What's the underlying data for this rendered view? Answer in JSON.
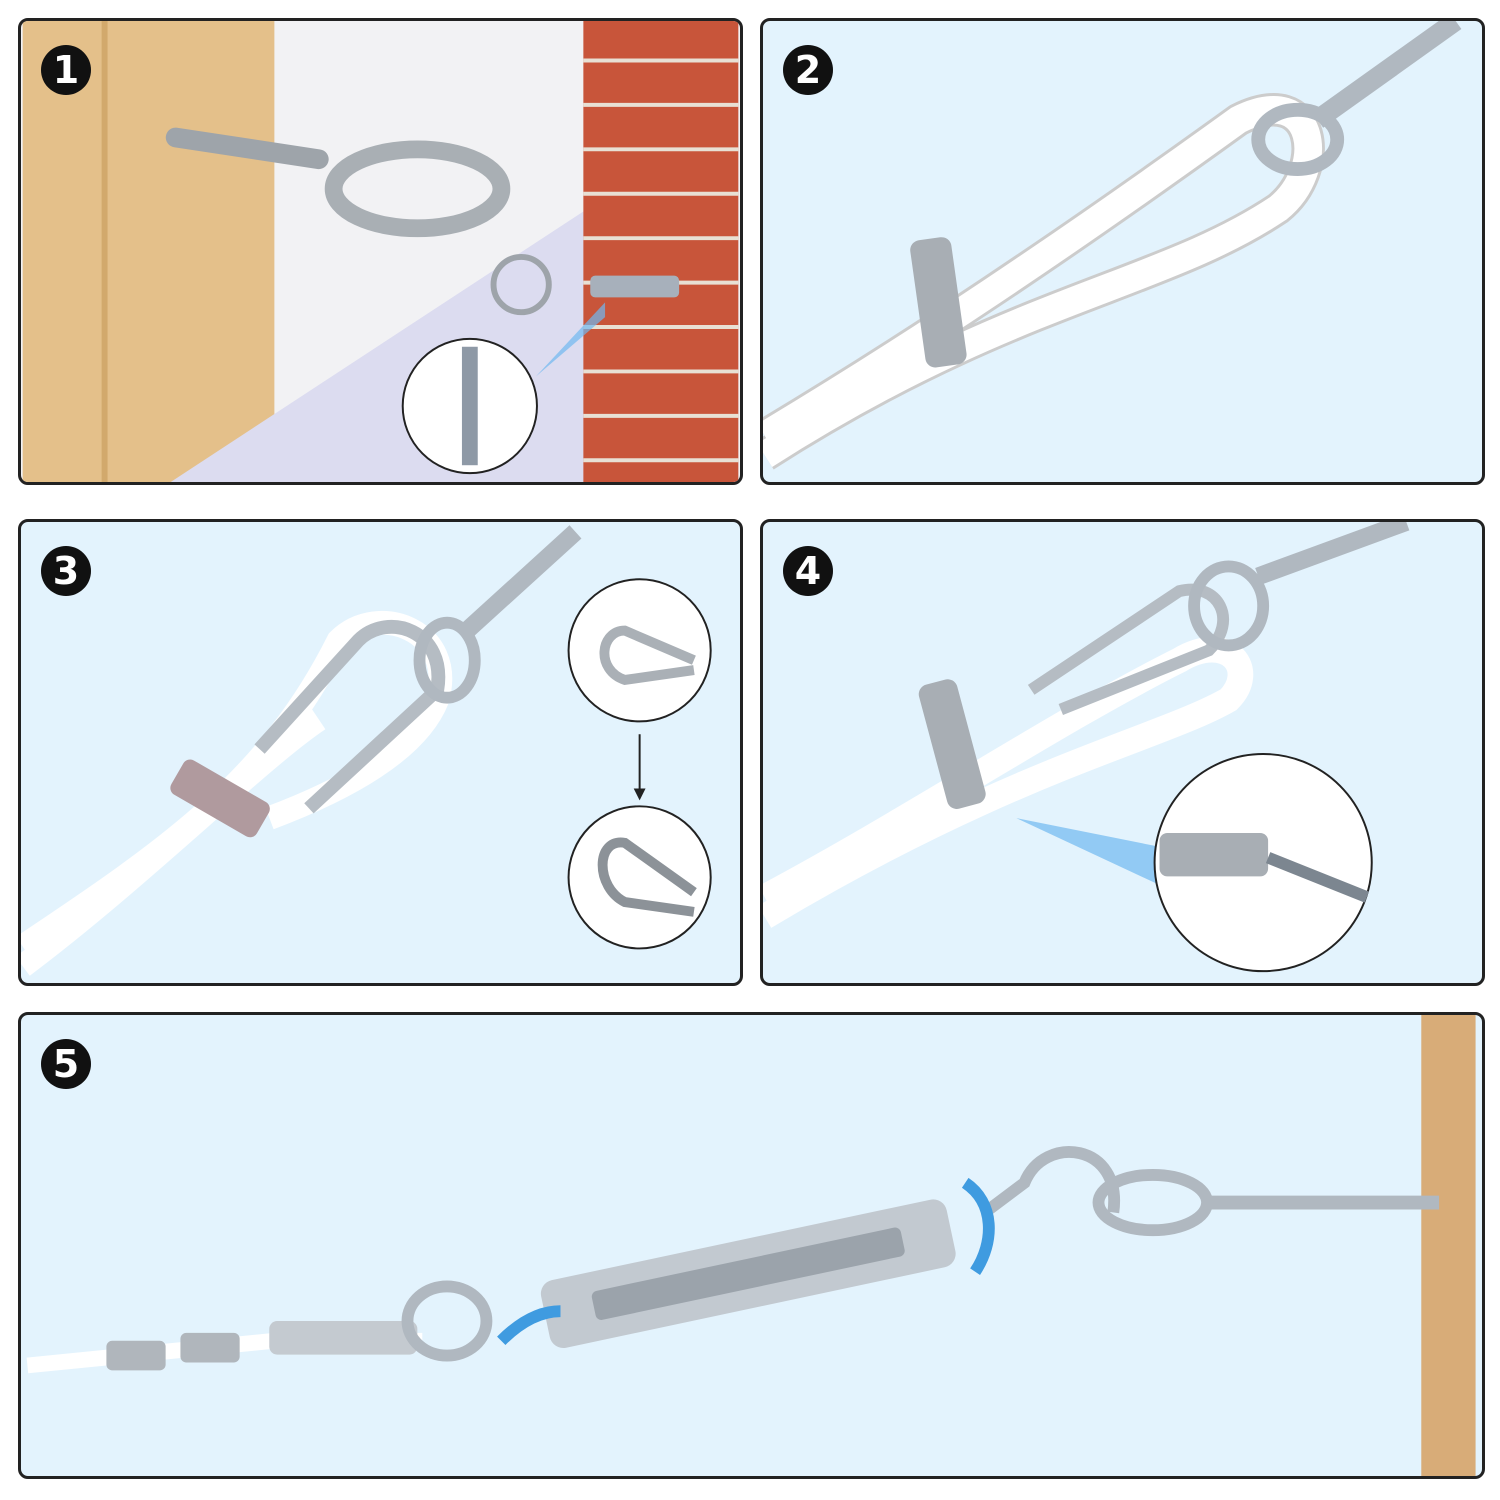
{
  "steps": [
    {
      "number": "1"
    },
    {
      "number": "2"
    },
    {
      "number": "3"
    },
    {
      "number": "4"
    },
    {
      "number": "5"
    }
  ],
  "colors": {
    "background": "#e3f3fd",
    "border": "#222222",
    "badge": "#111111",
    "wood": "#e4c08a",
    "brick": "#c8553a",
    "metal": "#b8bec4",
    "cable": "#ffffff",
    "highlight": "#6fb8ef"
  }
}
